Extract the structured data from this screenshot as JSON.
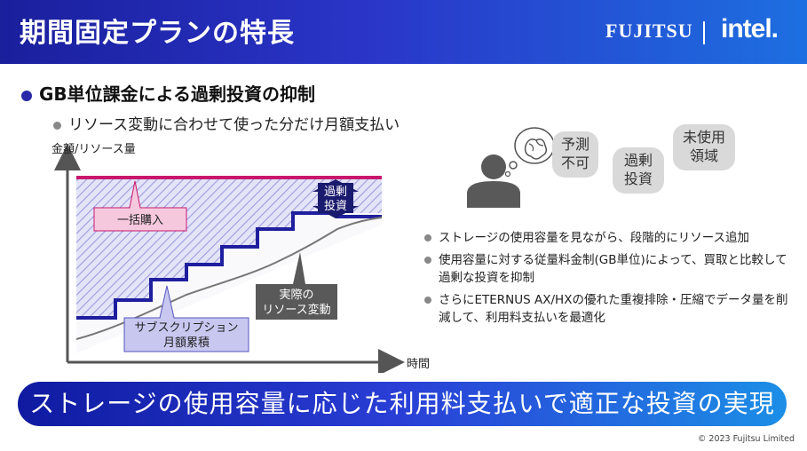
{
  "header": {
    "title": "期間固定プランの特長",
    "logo_fujitsu": "FUJITSU",
    "logo_intel": "intel."
  },
  "bullet_main": "GB単位課金による過剰投資の抑制",
  "bullet_sub": "リソース変動に合わせて使った分だけ月額支払い",
  "chart": {
    "ylabel": "金額/リソース量",
    "xlabel": "時間",
    "label_ikkatsu": "一括購入",
    "label_kajo_1": "過剰",
    "label_kajo_2": "投資",
    "label_jissai_1": "実際の",
    "label_jissai_2": "リソース変動",
    "label_sub_1": "サブスクリプション",
    "label_sub_2": "月額累積"
  },
  "bubbles": {
    "yosoku_1": "予測",
    "yosoku_2": "不可",
    "kajo_1": "過剰",
    "kajo_2": "投資",
    "mishiyo_1": "未使用",
    "mishiyo_2": "領域"
  },
  "right_bullets": [
    "ストレージの使用容量を見ながら、段階的にリソース追加",
    "使用容量に対する従量料金制(GB単位)によって、買取と比較して過剰な投資を抑制",
    "さらにETERNUS AX/HXの優れた重複排除・圧縮でデータ量を削減して、利用料支払いを最適化"
  ],
  "banner": "ストレージの使用容量に応じた利用料支払いで適正な投資の実現",
  "copyright": "© 2023 Fujitsu Limited",
  "colors": {
    "header_blue": "#1a1f9c",
    "magenta": "#c8186e",
    "navy_step": "#1e1e9e",
    "hatch": "#b6b6ea"
  }
}
